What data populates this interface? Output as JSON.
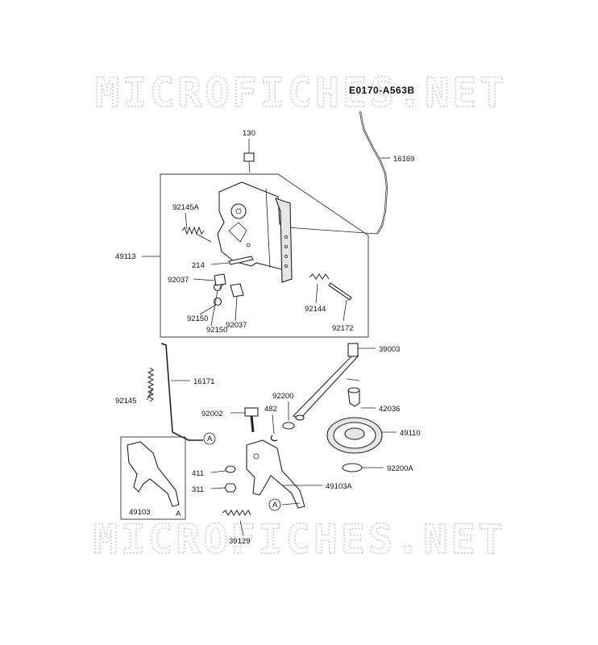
{
  "watermark": "MICROFICHES.NET",
  "diagram_code": "E0170-A563B",
  "callouts": {
    "p130": "130",
    "p16169": "16169",
    "p92145A": "92145A",
    "p49113": "49113",
    "p214": "214",
    "p92037a": "92037",
    "p92150a": "92150",
    "p92150b": "92150",
    "p92037b": "92037",
    "p92144": "92144",
    "p92172": "92172",
    "p39003": "39003",
    "p16171": "16171",
    "p92145": "92145",
    "p92002": "92002",
    "p482": "482",
    "p92200": "92200",
    "p42036": "42036",
    "p49110": "49110",
    "p92200A": "92200A",
    "p411": "411",
    "p311": "311",
    "p49103A": "49103A",
    "p49103": "49103",
    "p39129": "39129",
    "refA1": "A",
    "refA2": "A",
    "refA3": "A"
  }
}
